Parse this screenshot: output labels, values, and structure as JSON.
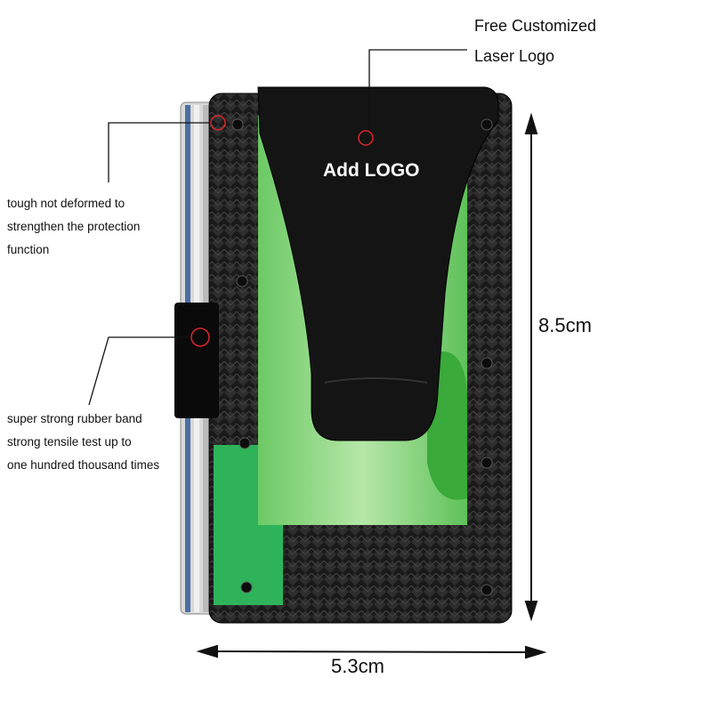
{
  "callouts": {
    "laser_logo": [
      "Free Customized",
      "Laser Logo"
    ],
    "frame": [
      "tough not deformed to",
      "strengthen the protection",
      "function"
    ],
    "band": [
      "super strong rubber band",
      "strong tensile test up to",
      "one hundred thousand times"
    ]
  },
  "clip_label": "Add LOGO",
  "dimensions": {
    "height": "8.5cm",
    "width": "5.3cm"
  },
  "colors": {
    "marker": "#d9262b",
    "carbon": "#1c1c1c",
    "banknote": "#7fd37a",
    "card_green": "#2fb35a"
  }
}
